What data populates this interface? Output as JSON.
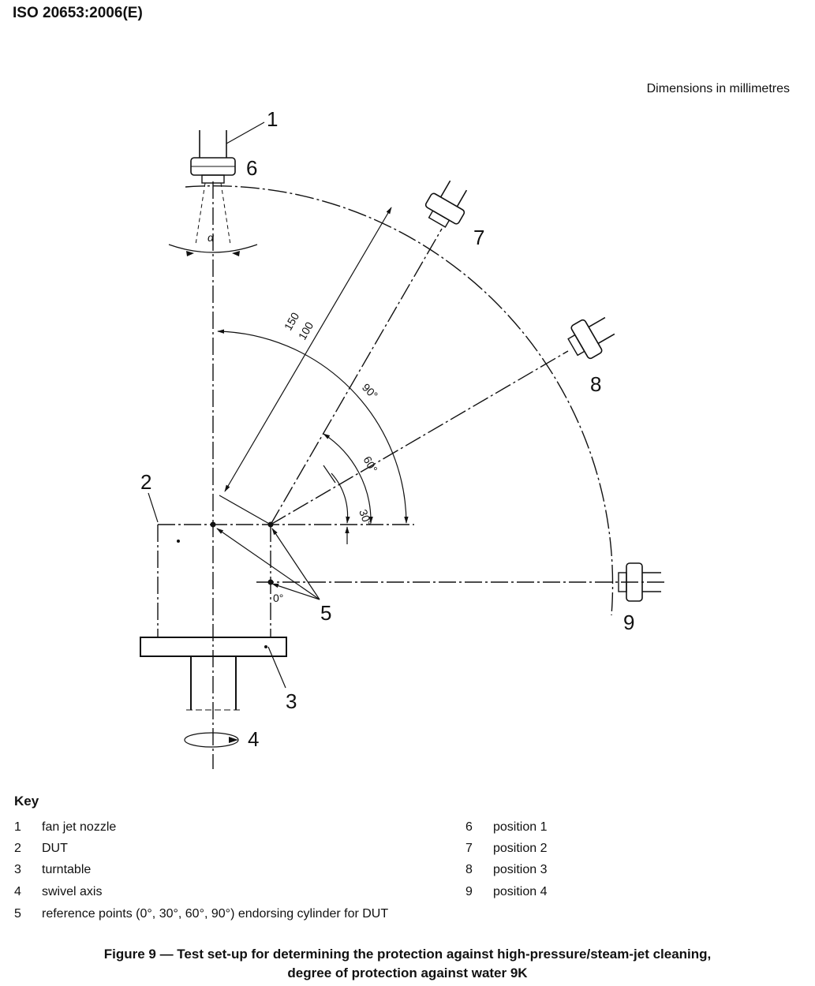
{
  "header": {
    "standard_id": "ISO 20653:2006(E)"
  },
  "dimensions_note": "Dimensions in millimetres",
  "figure": {
    "callouts": [
      "1",
      "2",
      "3",
      "4",
      "5",
      "6",
      "7",
      "8",
      "9"
    ],
    "angle_labels": {
      "alpha": "α",
      "a0": "0°",
      "a30": "30°",
      "a60": "60°",
      "a90": "90°"
    },
    "dimension_labels": {
      "d150": "150",
      "d100": "100"
    }
  },
  "key": {
    "title": "Key",
    "items": [
      {
        "num": "1",
        "text": "fan jet nozzle"
      },
      {
        "num": "2",
        "text": "DUT"
      },
      {
        "num": "3",
        "text": "turntable"
      },
      {
        "num": "4",
        "text": "swivel axis"
      },
      {
        "num": "5",
        "text": "reference points (0°, 30°, 60°, 90°) endorsing cylinder for DUT"
      },
      {
        "num": "6",
        "text": "position 1"
      },
      {
        "num": "7",
        "text": "position 2"
      },
      {
        "num": "8",
        "text": "position 3"
      },
      {
        "num": "9",
        "text": "position 4"
      }
    ]
  },
  "caption": {
    "line1": "Figure 9 — Test set-up for determining the protection against high-pressure/steam-jet cleaning,",
    "line2": "degree of protection against water 9K"
  }
}
